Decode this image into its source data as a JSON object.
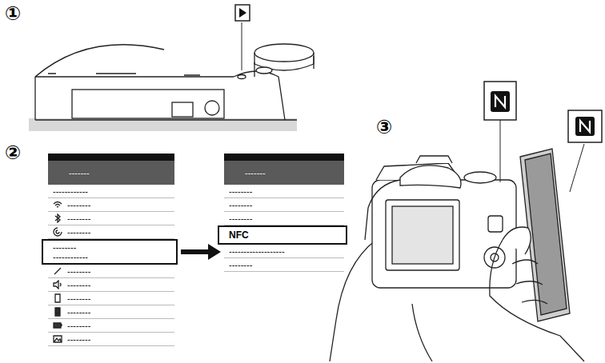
{
  "diagram": {
    "nodes": [
      {
        "text": [
          "-------",
          "------------",
          "--------",
          "--------",
          "--------",
          "--------",
          "--------",
          "--------",
          "--------",
          "--------",
          "--------"
        ]
      },
      {
        "text": [
          "--------",
          "------------"
        ],
        "in": 0
      },
      {
        "text": [
          "-------",
          "--------",
          "--------",
          "--------",
          "-------------------",
          "--------"
        ]
      },
      {
        "text": [
          "NFC"
        ],
        "in": 2
      }
    ],
    "edges": [
      {
        "from": 0,
        "to": 2,
        "arrow": "to"
      }
    ],
    "labels": [
      "①",
      "②",
      "③"
    ]
  }
}
